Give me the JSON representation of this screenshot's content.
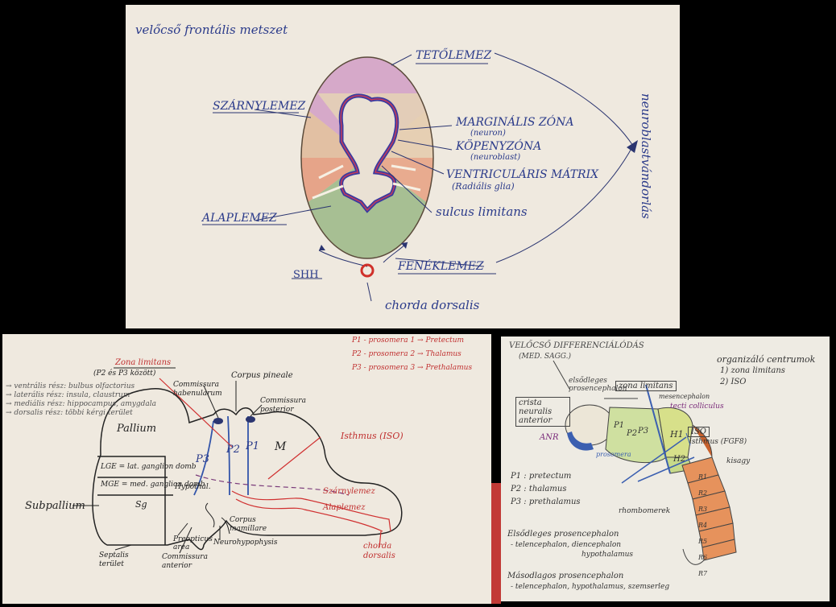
{
  "panel1": {
    "title": "velőcső frontális metszet",
    "tetolemez": "TETŐLEMEZ",
    "szarnylemez": "SZÁRNYLEMEZ",
    "alaplemez": "ALAPLEMEZ",
    "fenéklemez": "FENÉKLEMEZ",
    "marginalis": "MARGINÁLIS ZÓNA",
    "marginalis_sub": "(neuron)",
    "kopeny": "KÖPENYZÓNA",
    "kopeny_sub": "(neuroblast)",
    "ventricularis": "VENTRICULÁRIS MÁTRIX",
    "ventricularis_sub": "(Radiális glia)",
    "sulcus": "sulcus limitans",
    "shh": "SHH",
    "chorda": "chorda dorsalis",
    "right_vertical": "neuroblastvándorlás"
  },
  "panel2": {
    "legend": [
      "P1 - prosomera 1 → Pretectum",
      "P2 - prosomera 2 → Thalamus",
      "P3 - prosomera 3 → Prethalamus"
    ],
    "zona": "Zona limitans",
    "zona_sub": "(P2 és P3 között)",
    "comm_hab": "Commissura habenularum",
    "corpus_pineale": "Corpus pineale",
    "comm_post": "Commissura posterior",
    "pallium": "Pallium",
    "lge": "LGE = lat. ganglion domb",
    "mge": "MGE = med. ganglion domb",
    "sg": "Sg",
    "subpallium": "Subpallium",
    "left_notes": [
      "→ ventrális rész: bulbus olfactorius",
      "→ laterális rész: insula, claustrum",
      "→ mediális rész: hippocampus, amygdala",
      "→ dorsalis rész: többi kérgi terület"
    ],
    "p3": "P3",
    "p2": "P2",
    "p1": "P1",
    "m": "M",
    "isthmus": "Isthmus (ISO)",
    "hypoth": "Hypothal.",
    "corpus_mam": "Corpus mamillare",
    "neurohyp": "Neurohypophysis",
    "preoptic": "Preopticus area",
    "comm_ant": "Commissura anterior",
    "septal": "Septalis terület",
    "szarny": "Szárnylemez",
    "alap": "Alaplemez",
    "chorda": "chorda dorsalis"
  },
  "panel3": {
    "title": "VELŐCSŐ DIFFERENCIÁLÓDÁS",
    "title_sub": "(MED. SAGG.)",
    "org_title": "organizáló centrumok",
    "org_items": [
      "1) zona limitans",
      "2) ISO"
    ],
    "elsodleges": "elsődleges prosencephalon",
    "zona_box": "zona limitans",
    "crista": "crista neuralis anterior",
    "anr": "ANR",
    "pros": "prosomera",
    "mes": "mesencephalon",
    "colliculus": "tecti colliculus",
    "iso": "ISO",
    "isthmus": "isthmus (FGF8)",
    "kisagy": "kisagy",
    "p1": "P1",
    "p2": "P2",
    "p3": "P3",
    "h1": "H1",
    "h2": "H2",
    "r_labels": [
      "R1",
      "R2",
      "R3",
      "R4",
      "R5",
      "R6",
      "R7"
    ],
    "rhombo": "rhombomerek",
    "defs": [
      "P1 : pretectum",
      "P2 : thalamus",
      "P3 : prethalamus"
    ],
    "prim_title": "Elsődleges prosencephalon",
    "prim_line1": "- telencephalon, diencephalon",
    "prim_line2": "hypothalamus",
    "sec_title": "Másodlagos prosencephalon",
    "sec_line1": "- telencephalon, hypothalamus, szemserleg"
  }
}
